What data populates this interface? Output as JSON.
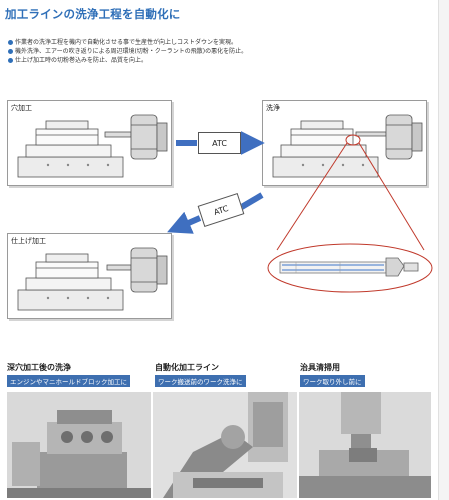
{
  "title": "加工ラインの洗浄工程を自動化に",
  "bullets": [
    "作業者の洗浄工程を機内で自動化させる事で生産性が向上しコストダウンを実現。",
    "機外洗浄、エアーの吹き返りによる周辺環境(切粉・クーラントの飛散)の悪化を防止。",
    "仕上げ加工時の切粉巻込みを防止、品質を向上。"
  ],
  "panels": {
    "drilling": "穴加工",
    "washing": "洗浄",
    "finishing": "仕上げ加工"
  },
  "atc_labels": [
    "ATC",
    "ATC"
  ],
  "captions": [
    {
      "title": "深穴加工後の洗浄",
      "sub": "エンジンやマニホールドブロック加工に"
    },
    {
      "title": "自動化加工ライン",
      "sub": "ワーク搬送前のワーク洗浄に"
    },
    {
      "title": "治具清掃用",
      "sub": "ワーク取り外し前に"
    }
  ],
  "colors": {
    "accent": "#2f6fb8",
    "arrow": "#3f6fc0",
    "callout": "#c0392b",
    "caption_bg": "#3e6fb0"
  }
}
